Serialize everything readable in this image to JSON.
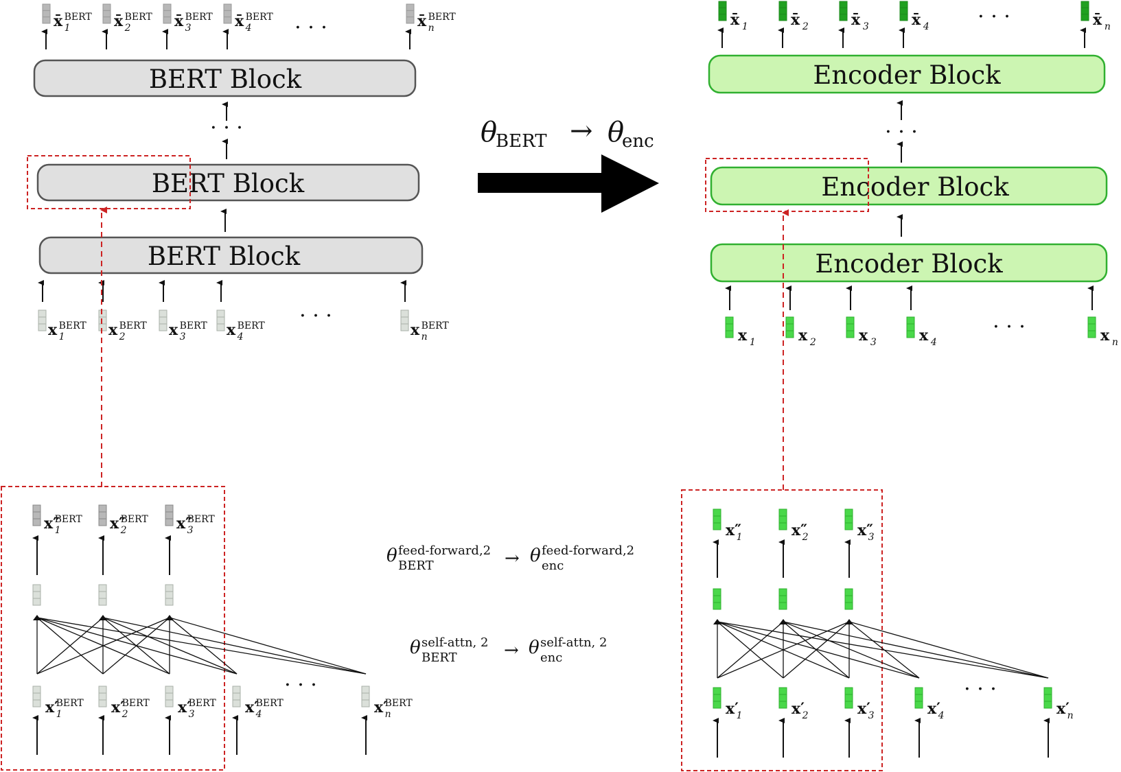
{
  "colors": {
    "bert_block_fill": "#e0e0e0",
    "bert_block_stroke": "#555555",
    "bert_vec_fill": "#dbe0da",
    "bert_vec_dark": "#b8b8b8",
    "enc_block_fill": "#ccf5b2",
    "enc_block_stroke": "#30b030",
    "enc_vec_fill": "#4ad84a",
    "enc_vec_dark": "#20a020",
    "highlight": "#cc2222"
  },
  "left": {
    "blocks": [
      "BERT Block",
      "BERT Block",
      "BERT Block"
    ],
    "top_outputs": [
      {
        "base": "x̄",
        "sub": "1",
        "sup": "BERT"
      },
      {
        "base": "x̄",
        "sub": "2",
        "sup": "BERT"
      },
      {
        "base": "x̄",
        "sub": "3",
        "sup": "BERT"
      },
      {
        "base": "x̄",
        "sub": "4",
        "sup": "BERT"
      },
      {
        "base": "x̄",
        "sub": "n",
        "sup": "BERT"
      }
    ],
    "inputs": [
      {
        "base": "x",
        "sub": "1",
        "sup": "BERT"
      },
      {
        "base": "x",
        "sub": "2",
        "sup": "BERT"
      },
      {
        "base": "x",
        "sub": "3",
        "sup": "BERT"
      },
      {
        "base": "x",
        "sub": "4",
        "sup": "BERT"
      },
      {
        "base": "x",
        "sub": "n",
        "sup": "BERT"
      }
    ],
    "detail_outputs": [
      {
        "base": "x″",
        "sub": "1",
        "sup": "BERT"
      },
      {
        "base": "x″",
        "sub": "2",
        "sup": "BERT"
      },
      {
        "base": "x″",
        "sub": "3",
        "sup": "BERT"
      }
    ],
    "detail_inputs": [
      {
        "base": "x′",
        "sub": "1",
        "sup": "BERT"
      },
      {
        "base": "x′",
        "sub": "2",
        "sup": "BERT"
      },
      {
        "base": "x′",
        "sub": "3",
        "sup": "BERT"
      },
      {
        "base": "x′",
        "sub": "4",
        "sup": "BERT"
      },
      {
        "base": "x′",
        "sub": "n",
        "sup": "BERT"
      }
    ]
  },
  "right": {
    "blocks": [
      "Encoder Block",
      "Encoder Block",
      "Encoder Block"
    ],
    "top_outputs": [
      {
        "base": "x̄",
        "sub": "1"
      },
      {
        "base": "x̄",
        "sub": "2"
      },
      {
        "base": "x̄",
        "sub": "3"
      },
      {
        "base": "x̄",
        "sub": "4"
      },
      {
        "base": "x̄",
        "sub": "n"
      }
    ],
    "inputs": [
      {
        "base": "x",
        "sub": "1"
      },
      {
        "base": "x",
        "sub": "2"
      },
      {
        "base": "x",
        "sub": "3"
      },
      {
        "base": "x",
        "sub": "4"
      },
      {
        "base": "x",
        "sub": "n"
      }
    ],
    "detail_outputs": [
      {
        "base": "x″",
        "sub": "1"
      },
      {
        "base": "x″",
        "sub": "2"
      },
      {
        "base": "x″",
        "sub": "3"
      }
    ],
    "detail_inputs": [
      {
        "base": "x′",
        "sub": "1"
      },
      {
        "base": "x′",
        "sub": "2"
      },
      {
        "base": "x′",
        "sub": "3"
      },
      {
        "base": "x′",
        "sub": "4"
      },
      {
        "base": "x′",
        "sub": "n"
      }
    ]
  },
  "ellipsis": "· · ·",
  "mapping": {
    "theta": "θ",
    "arrow": "→",
    "from_sub": "BERT",
    "to_sub": "enc"
  },
  "ff_equation": {
    "theta": "θ",
    "arrow": "→",
    "sup": "feed-forward,2",
    "from_sub": "BERT",
    "to_sub": "enc"
  },
  "attn_equation": {
    "theta": "θ",
    "arrow": "→",
    "sup": "self-attn, 2",
    "from_sub": "BERT",
    "to_sub": "enc"
  }
}
